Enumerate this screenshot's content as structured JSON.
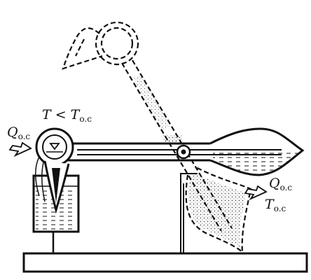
{
  "labels": {
    "left_temperature": {
      "main": "T < T",
      "sub": "o.c"
    },
    "left_heat": {
      "main": "Q",
      "sub": "o.c"
    },
    "right_heat": {
      "main": "Q",
      "sub": "o.c"
    },
    "right_temperature": {
      "main": "T",
      "sub": "o.c"
    }
  },
  "colors": {
    "ink": "#111111",
    "paper": "#ffffff"
  }
}
